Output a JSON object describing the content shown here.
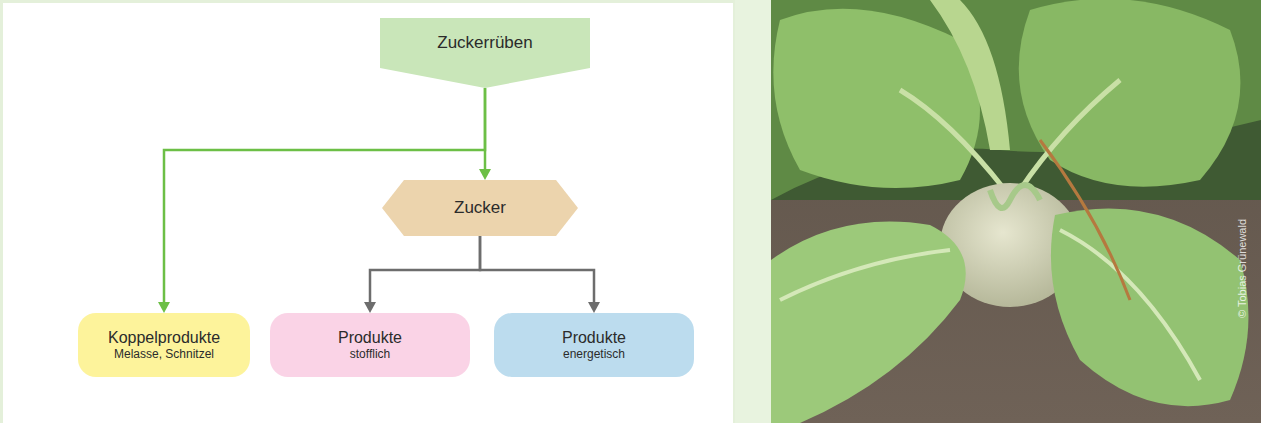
{
  "diagram": {
    "nodes": [
      {
        "text": [
          "Zuckerrüben"
        ]
      },
      {
        "text": [
          "Zucker"
        ]
      },
      {
        "text": [
          "Koppelprodukte",
          "Melasse, Schnitzel"
        ]
      },
      {
        "text": [
          "Produkte",
          "stofflich"
        ]
      },
      {
        "text": [
          "Produkte",
          "energetisch"
        ]
      }
    ],
    "edges": [
      {
        "from": 0,
        "to": 1,
        "arrow": "to"
      },
      {
        "from": 0,
        "to": 2,
        "arrow": "to"
      },
      {
        "from": 1,
        "to": 3,
        "arrow": "to"
      },
      {
        "from": 1,
        "to": 4,
        "arrow": "to"
      }
    ],
    "labels": [
      "© Tobias Grünewald"
    ]
  }
}
